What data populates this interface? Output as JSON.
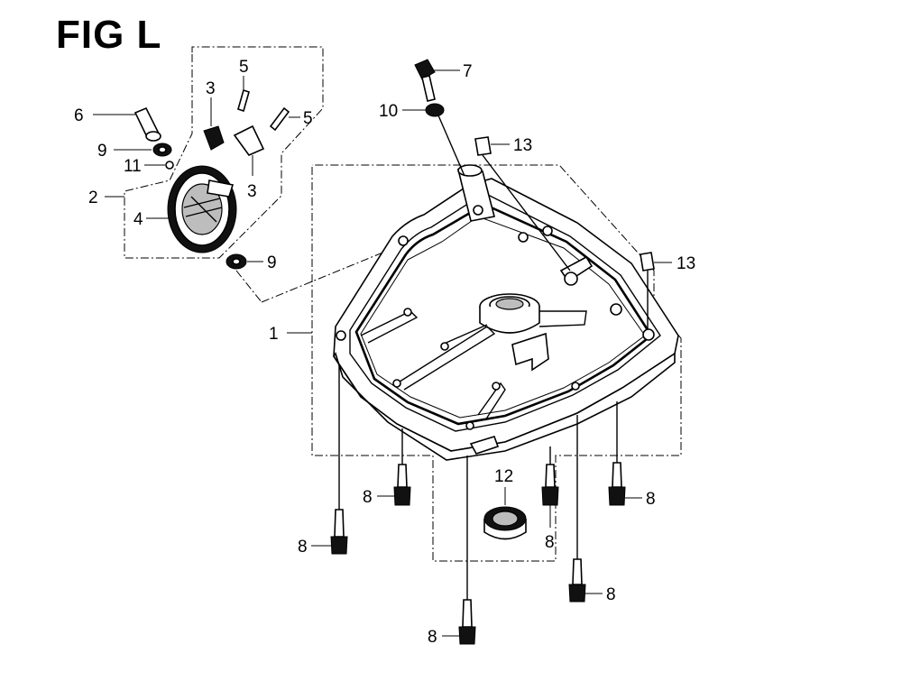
{
  "figure": {
    "title": "FIG L"
  },
  "callouts": [
    {
      "id": "c1",
      "text": "1"
    },
    {
      "id": "c2",
      "text": "2"
    },
    {
      "id": "c3a",
      "text": "3"
    },
    {
      "id": "c3b",
      "text": "3"
    },
    {
      "id": "c4",
      "text": "4"
    },
    {
      "id": "c5a",
      "text": "5"
    },
    {
      "id": "c5b",
      "text": "5"
    },
    {
      "id": "c6",
      "text": "6"
    },
    {
      "id": "c7",
      "text": "7"
    },
    {
      "id": "c8a",
      "text": "8"
    },
    {
      "id": "c8b",
      "text": "8"
    },
    {
      "id": "c8c",
      "text": "8"
    },
    {
      "id": "c8d",
      "text": "8"
    },
    {
      "id": "c8e",
      "text": "8"
    },
    {
      "id": "c8f",
      "text": "8"
    },
    {
      "id": "c9a",
      "text": "9"
    },
    {
      "id": "c9b",
      "text": "9"
    },
    {
      "id": "c10",
      "text": "10"
    },
    {
      "id": "c11",
      "text": "11"
    },
    {
      "id": "c12",
      "text": "12"
    },
    {
      "id": "c13a",
      "text": "13"
    },
    {
      "id": "c13b",
      "text": "13"
    }
  ]
}
